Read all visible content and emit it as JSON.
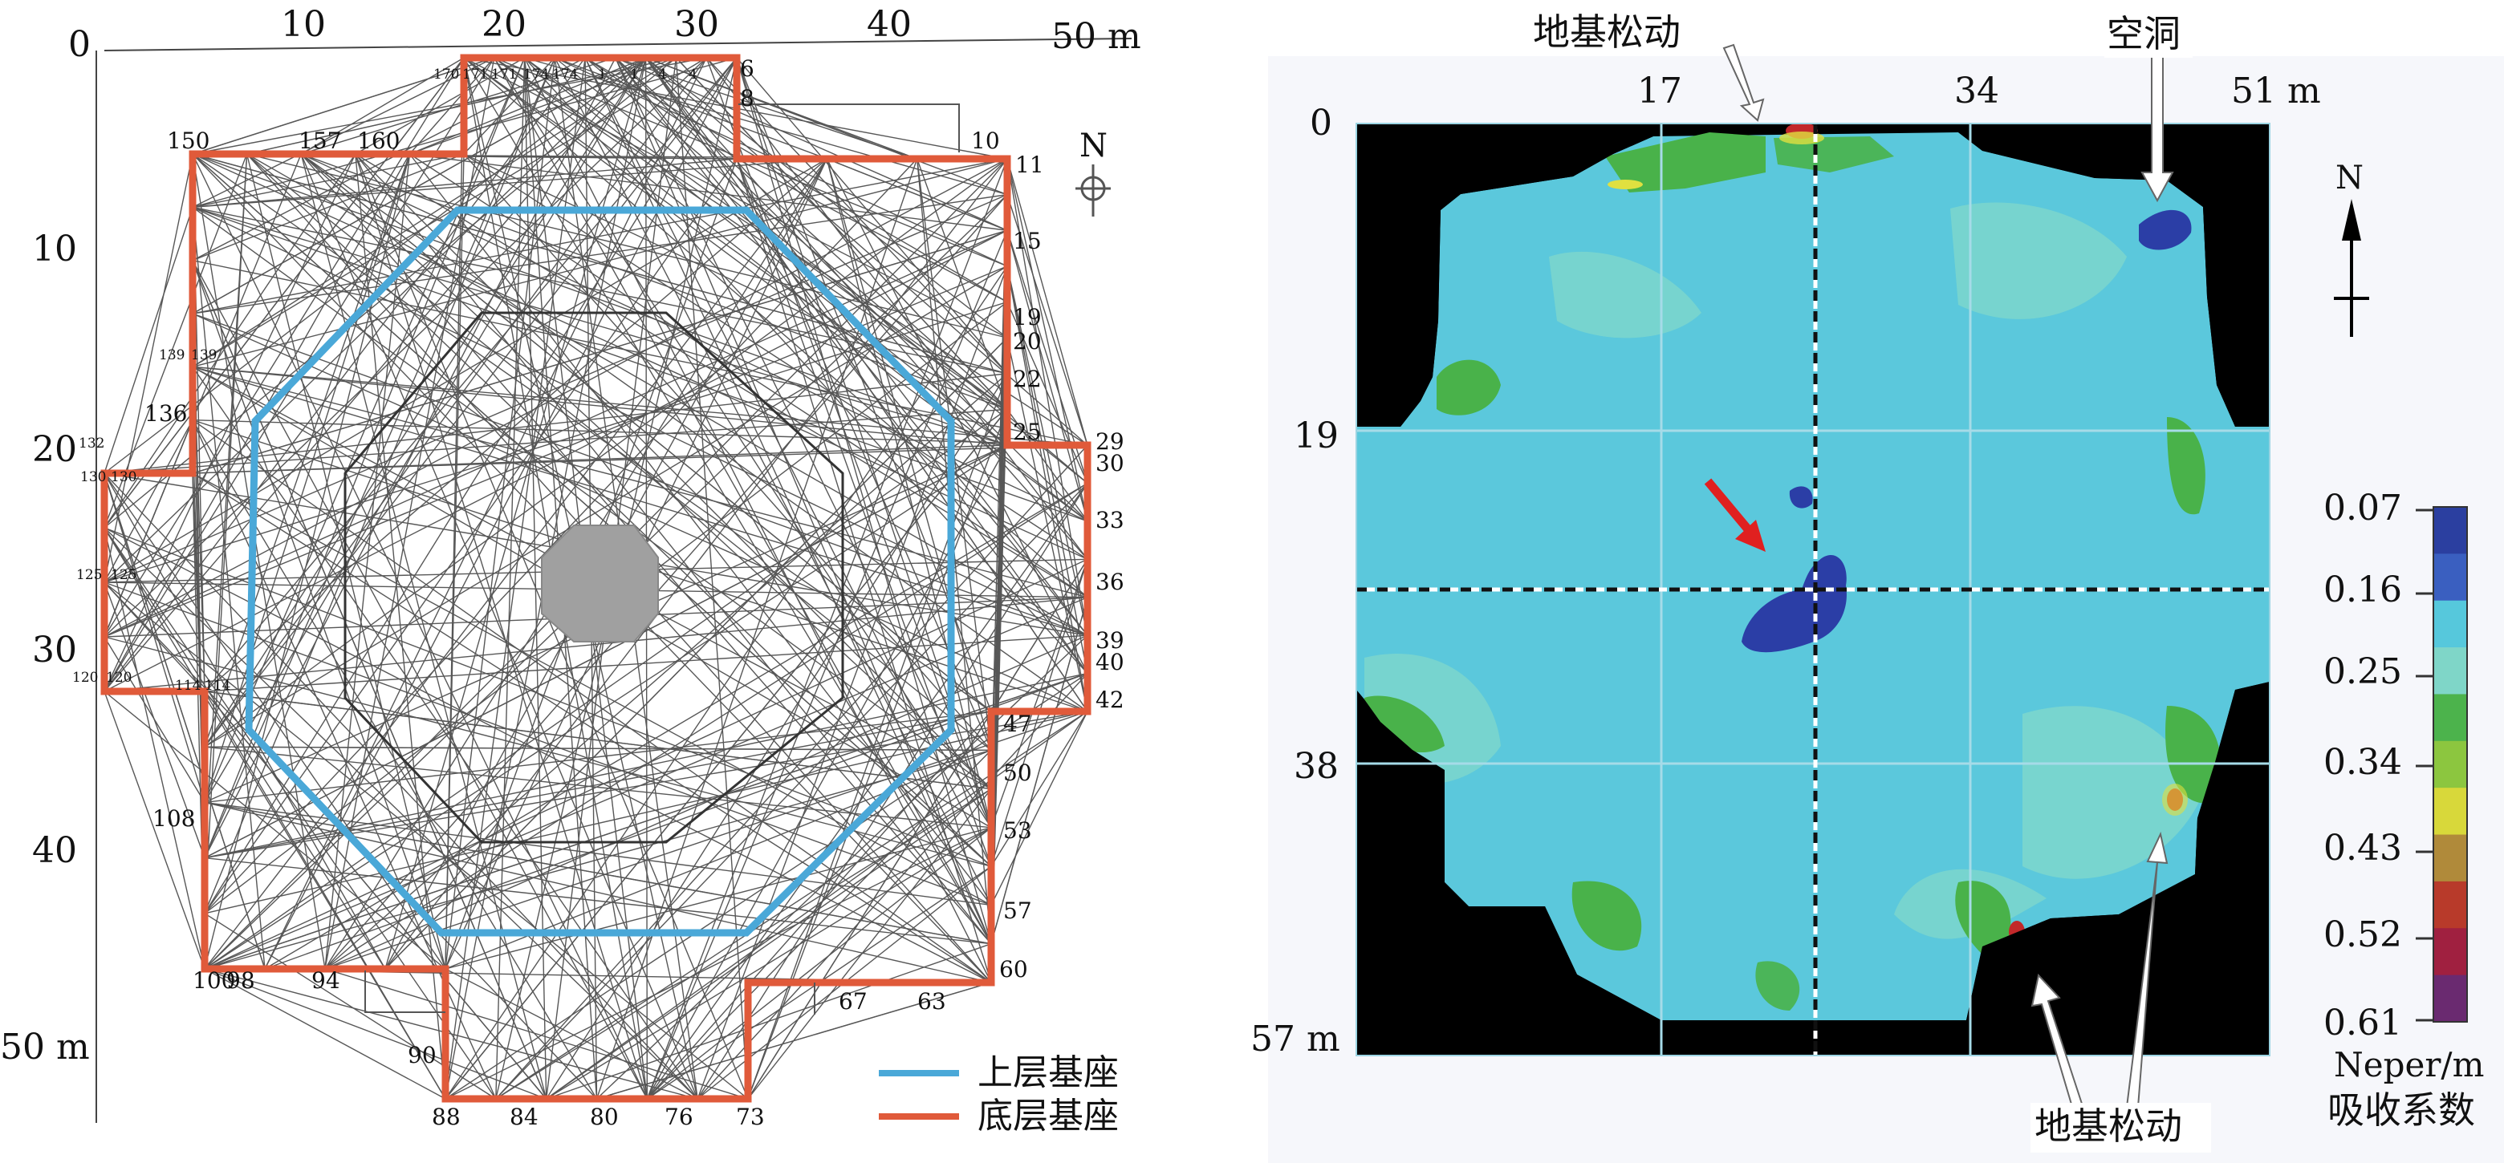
{
  "left_panel": {
    "x_axis": {
      "ticks": [
        "0",
        "10",
        "20",
        "30",
        "40",
        "50 m"
      ]
    },
    "y_axis": {
      "ticks": [
        "10",
        "20",
        "30",
        "40",
        "50 m"
      ]
    },
    "north_label": "N",
    "station_labels": {
      "top_small": [
        "170",
        "171",
        "171",
        "174",
        "174",
        "1",
        "1",
        "4",
        "4"
      ],
      "top_right": [
        "6",
        "8"
      ],
      "top_left": [
        "150",
        "157",
        "160"
      ],
      "right_side": [
        "10",
        "11",
        "15",
        "19",
        "20",
        "22",
        "25",
        "29",
        "30",
        "33",
        "36",
        "39",
        "40",
        "42",
        "47",
        "50",
        "53",
        "57",
        "60"
      ],
      "bottom": [
        "63",
        "67",
        "73",
        "76",
        "80",
        "84",
        "88",
        "90",
        "94",
        "98",
        "100"
      ],
      "left_side": [
        "108",
        "114",
        "114",
        "120",
        "120",
        "125",
        "125",
        "130",
        "130",
        "132",
        "136",
        "139",
        "139"
      ]
    },
    "legend": [
      {
        "label": "上层基座",
        "color": "#4aa8d8"
      },
      {
        "label": "底层基座",
        "color": "#e05a3a"
      }
    ]
  },
  "right_panel": {
    "x_axis": {
      "ticks": [
        "17",
        "34",
        "51 m"
      ]
    },
    "y_axis": {
      "ticks": [
        "0",
        "19",
        "38",
        "57 m"
      ]
    },
    "annotations": {
      "top_loosening": "地基松动",
      "top_cavity": "空洞",
      "bottom_loosening": "地基松动"
    },
    "north_label": "N",
    "colorbar": {
      "ticks": [
        "0.07",
        "0.16",
        "0.25",
        "0.34",
        "0.43",
        "0.52",
        "0.61"
      ],
      "unit": "Neper/m",
      "title": "吸收系数",
      "colors": [
        "#2b3fa0",
        "#3a5fc0",
        "#56c8dc",
        "#7fd6c8",
        "#4cb34c",
        "#8cc63f",
        "#d8d83a",
        "#b08a3a",
        "#b83a2a",
        "#a02040",
        "#6a2a70"
      ]
    },
    "field_colors": {
      "background": "#000000",
      "base": "#5bc8dc",
      "light": "#7ed7cc",
      "green": "#49b24a",
      "blue_anomaly": "#2b3ea6",
      "red_anomaly": "#c2282a",
      "yellow": "#e0e040",
      "arrow_red": "#e02020"
    }
  }
}
